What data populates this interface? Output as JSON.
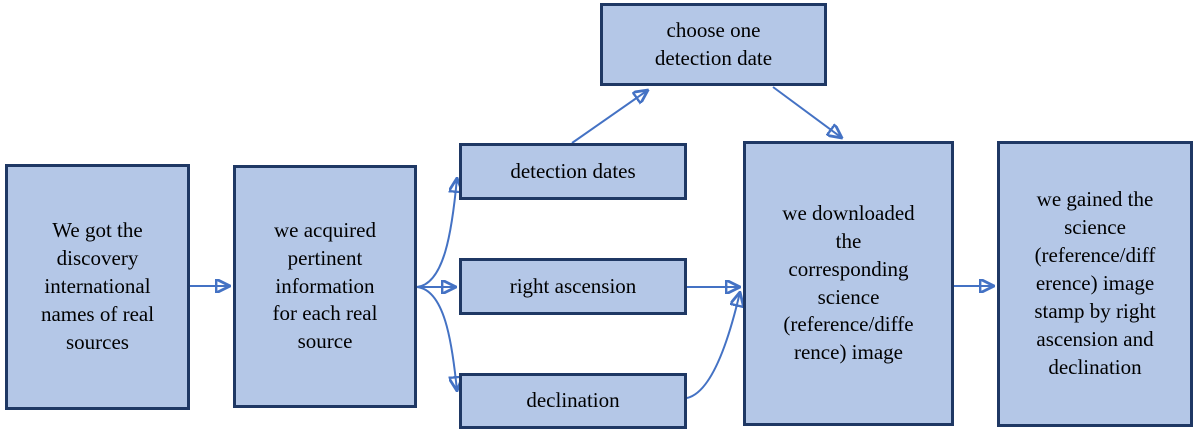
{
  "diagram": {
    "type": "flowchart",
    "nodes": {
      "discovery_names": {
        "label": "We got the\ndiscovery\ninternational\nnames of real\nsources"
      },
      "pertinent_info": {
        "label": "we acquired\npertinent\ninformation\nfor each real\nsource"
      },
      "choose_date": {
        "label": "choose one\ndetection date"
      },
      "detection_dates": {
        "label": "detection dates"
      },
      "right_ascension": {
        "label": "right ascension"
      },
      "declination": {
        "label": "declination"
      },
      "download_image": {
        "label": "we downloaded\nthe\ncorresponding\nscience\n(reference/diffe\nrence) image"
      },
      "image_stamp": {
        "label": "we gained the\nscience\n(reference/diff\nerence) image\nstamp by right\nascension and\ndeclination"
      }
    },
    "edges": [
      {
        "from": "discovery_names",
        "to": "pertinent_info"
      },
      {
        "from": "pertinent_info",
        "to": "detection_dates"
      },
      {
        "from": "pertinent_info",
        "to": "right_ascension"
      },
      {
        "from": "pertinent_info",
        "to": "declination"
      },
      {
        "from": "detection_dates",
        "to": "choose_date"
      },
      {
        "from": "choose_date",
        "to": "download_image"
      },
      {
        "from": "right_ascension",
        "to": "download_image"
      },
      {
        "from": "declination",
        "to": "download_image"
      },
      {
        "from": "download_image",
        "to": "image_stamp"
      }
    ]
  },
  "colors": {
    "node-fill": "#b4c7e7",
    "node-border": "#1f3864",
    "arrow-color": "#4472c4",
    "text-color": "#000000"
  }
}
